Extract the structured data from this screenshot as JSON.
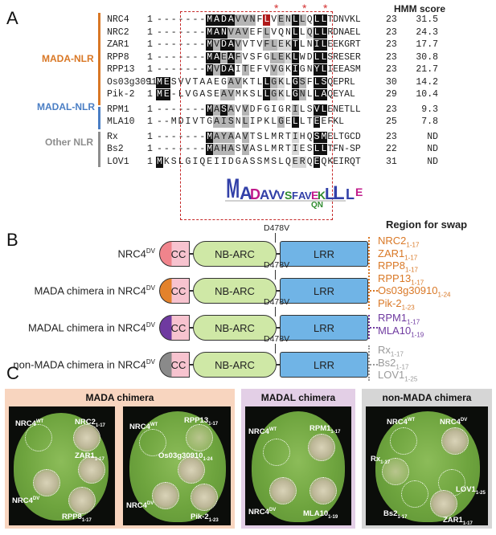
{
  "panel_labels": {
    "a": "A",
    "b": "B",
    "c": "C"
  },
  "panelA": {
    "hmm_header": "HMM score",
    "groups": [
      {
        "label": "MADA-NLR",
        "color": "#d97826"
      },
      {
        "label": "MADAL-NLR",
        "color": "#4a7ec4"
      },
      {
        "label": "Other NLR",
        "color": "#8e8e8e"
      }
    ],
    "rows": [
      {
        "name": "NRC4",
        "start": "1",
        "seq": "-------MADAVVNFLVENLLQLL",
        "end": "23",
        "score": "31.5",
        "tail": "TDNVKL"
      },
      {
        "name": "NRC2",
        "start": "1",
        "seq": "-------MANVAVEFLVQNLLQLL",
        "end": "23",
        "score": "24.3",
        "tail": "RDNAEL"
      },
      {
        "name": "ZAR1",
        "start": "1",
        "seq": "-------MVDAVVTVFLEKTLNIL",
        "end": "23",
        "score": "17.7",
        "tail": "EEKGRT"
      },
      {
        "name": "RPP8",
        "start": "1",
        "seq": "-------MAEAFVSFGLEKLWDLL",
        "end": "23",
        "score": "30.8",
        "tail": "SRESER"
      },
      {
        "name": "RPP13",
        "start": "1",
        "seq": "-------MVDAITEFVVGKIGNYL",
        "end": "23",
        "score": "21.7",
        "tail": "IEEASM"
      },
      {
        "name": "Os03g30910",
        "start": "1",
        "seq": "MESVVTAAEGAVKTLLGKLGSFLS",
        "end": "30",
        "score": "14.2",
        "tail": "QEPRL"
      },
      {
        "name": "Pik-2",
        "start": "1",
        "seq": "ME-LVGASEAVMKSLLGKLGNLLA",
        "end": "29",
        "score": "10.4",
        "tail": "QEYAL"
      },
      {
        "name": "RPM1",
        "start": "1",
        "seq": "-------MASAVVDFGIGRILSVL",
        "end": "23",
        "score": "9.3",
        "tail": "ENETLL"
      },
      {
        "name": "MLA10",
        "start": "1",
        "seq": "--MDIVTGAISNLIPKLGELLTEE",
        "end": "25",
        "score": "7.8",
        "tail": "FKL"
      },
      {
        "name": "Rx",
        "start": "1",
        "seq": "-------MAYAAVTSLMRTIHQSM",
        "end": "23",
        "score": "ND",
        "tail": "ELTGCD"
      },
      {
        "name": "Bs2",
        "start": "1",
        "seq": "-------MAHASVASLMRTIESLL",
        "end": "22",
        "score": "ND",
        "tail": "TFN-SP"
      },
      {
        "name": "LOV1",
        "start": "1",
        "seq": "MKSLGIQEIIDGASSMSLQERQEQ",
        "end": "31",
        "score": "ND",
        "tail": "KEIRQT"
      }
    ],
    "logo_text": "MADAVVSFAVEKLQLLLE"
  },
  "panelB": {
    "header": "Region for swap",
    "mutation": "D478V",
    "domains": {
      "cc": "CC",
      "nbarc": "NB-ARC",
      "lrr": "LRR"
    },
    "rows": [
      {
        "label_main": "NRC4",
        "label_sup": "DV",
        "cc_color": "#f0848c",
        "tip": "#f7c3cf"
      },
      {
        "label_main": "MADA chimera in NRC4",
        "label_sup": "DV",
        "cc_color": "#e3822b",
        "tip": "#f7c3cf"
      },
      {
        "label_main": "MADAL chimera in NRC4",
        "label_sup": "DV",
        "cc_color": "#6f3aa0",
        "tip": "#f7c3cf"
      },
      {
        "label_main": "non-MADA chimera in NRC4",
        "label_sup": "DV",
        "cc_color": "#8a8a8a",
        "tip": "#f7c3cf"
      }
    ],
    "swap_groups": [
      {
        "color": "#d97826",
        "items": [
          {
            "name": "NRC2",
            "sub": "1-17"
          },
          {
            "name": "ZAR1",
            "sub": "1-17"
          },
          {
            "name": "RPP8",
            "sub": "1-17"
          },
          {
            "name": "RPP13",
            "sub": "1-17"
          },
          {
            "name": "Os03g30910",
            "sub": "1-24"
          },
          {
            "name": "Pik-2",
            "sub": "1-23"
          }
        ]
      },
      {
        "color": "#6f3aa0",
        "items": [
          {
            "name": "RPM1",
            "sub": "1-17"
          },
          {
            "name": "MLA10",
            "sub": "1-19"
          }
        ]
      },
      {
        "color": "#9a9a9a",
        "items": [
          {
            "name": "Rx",
            "sub": "1-17"
          },
          {
            "name": "Bs2",
            "sub": "1-17"
          },
          {
            "name": "LOV1",
            "sub": "1-25"
          }
        ]
      }
    ]
  },
  "panelC": {
    "boxes": [
      {
        "title": "MADA chimera",
        "bg": "#f8d5bf"
      },
      {
        "title": "MADAL chimera",
        "bg": "#e3cfe6"
      },
      {
        "title": "non-MADA chimera",
        "bg": "#d6d6d6"
      }
    ],
    "leaf1": [
      "NRC4WT",
      "NRC21-17",
      "ZAR11-17",
      "NRC4DV",
      "RPP81-17"
    ],
    "leaf2": [
      "NRC4WT",
      "RPP131-17",
      "Os03g309101-24",
      "NRC4DV",
      "Pik-21-23"
    ],
    "leaf3": [
      "NRC4WT",
      "RPM11-17",
      "NRC4DV",
      "MLA101-19"
    ],
    "leaf4": [
      "NRC4WT",
      "NRC4DV",
      "Rx1-17",
      "LOV11-25",
      "Bs21-17",
      "ZAR11-17"
    ]
  }
}
